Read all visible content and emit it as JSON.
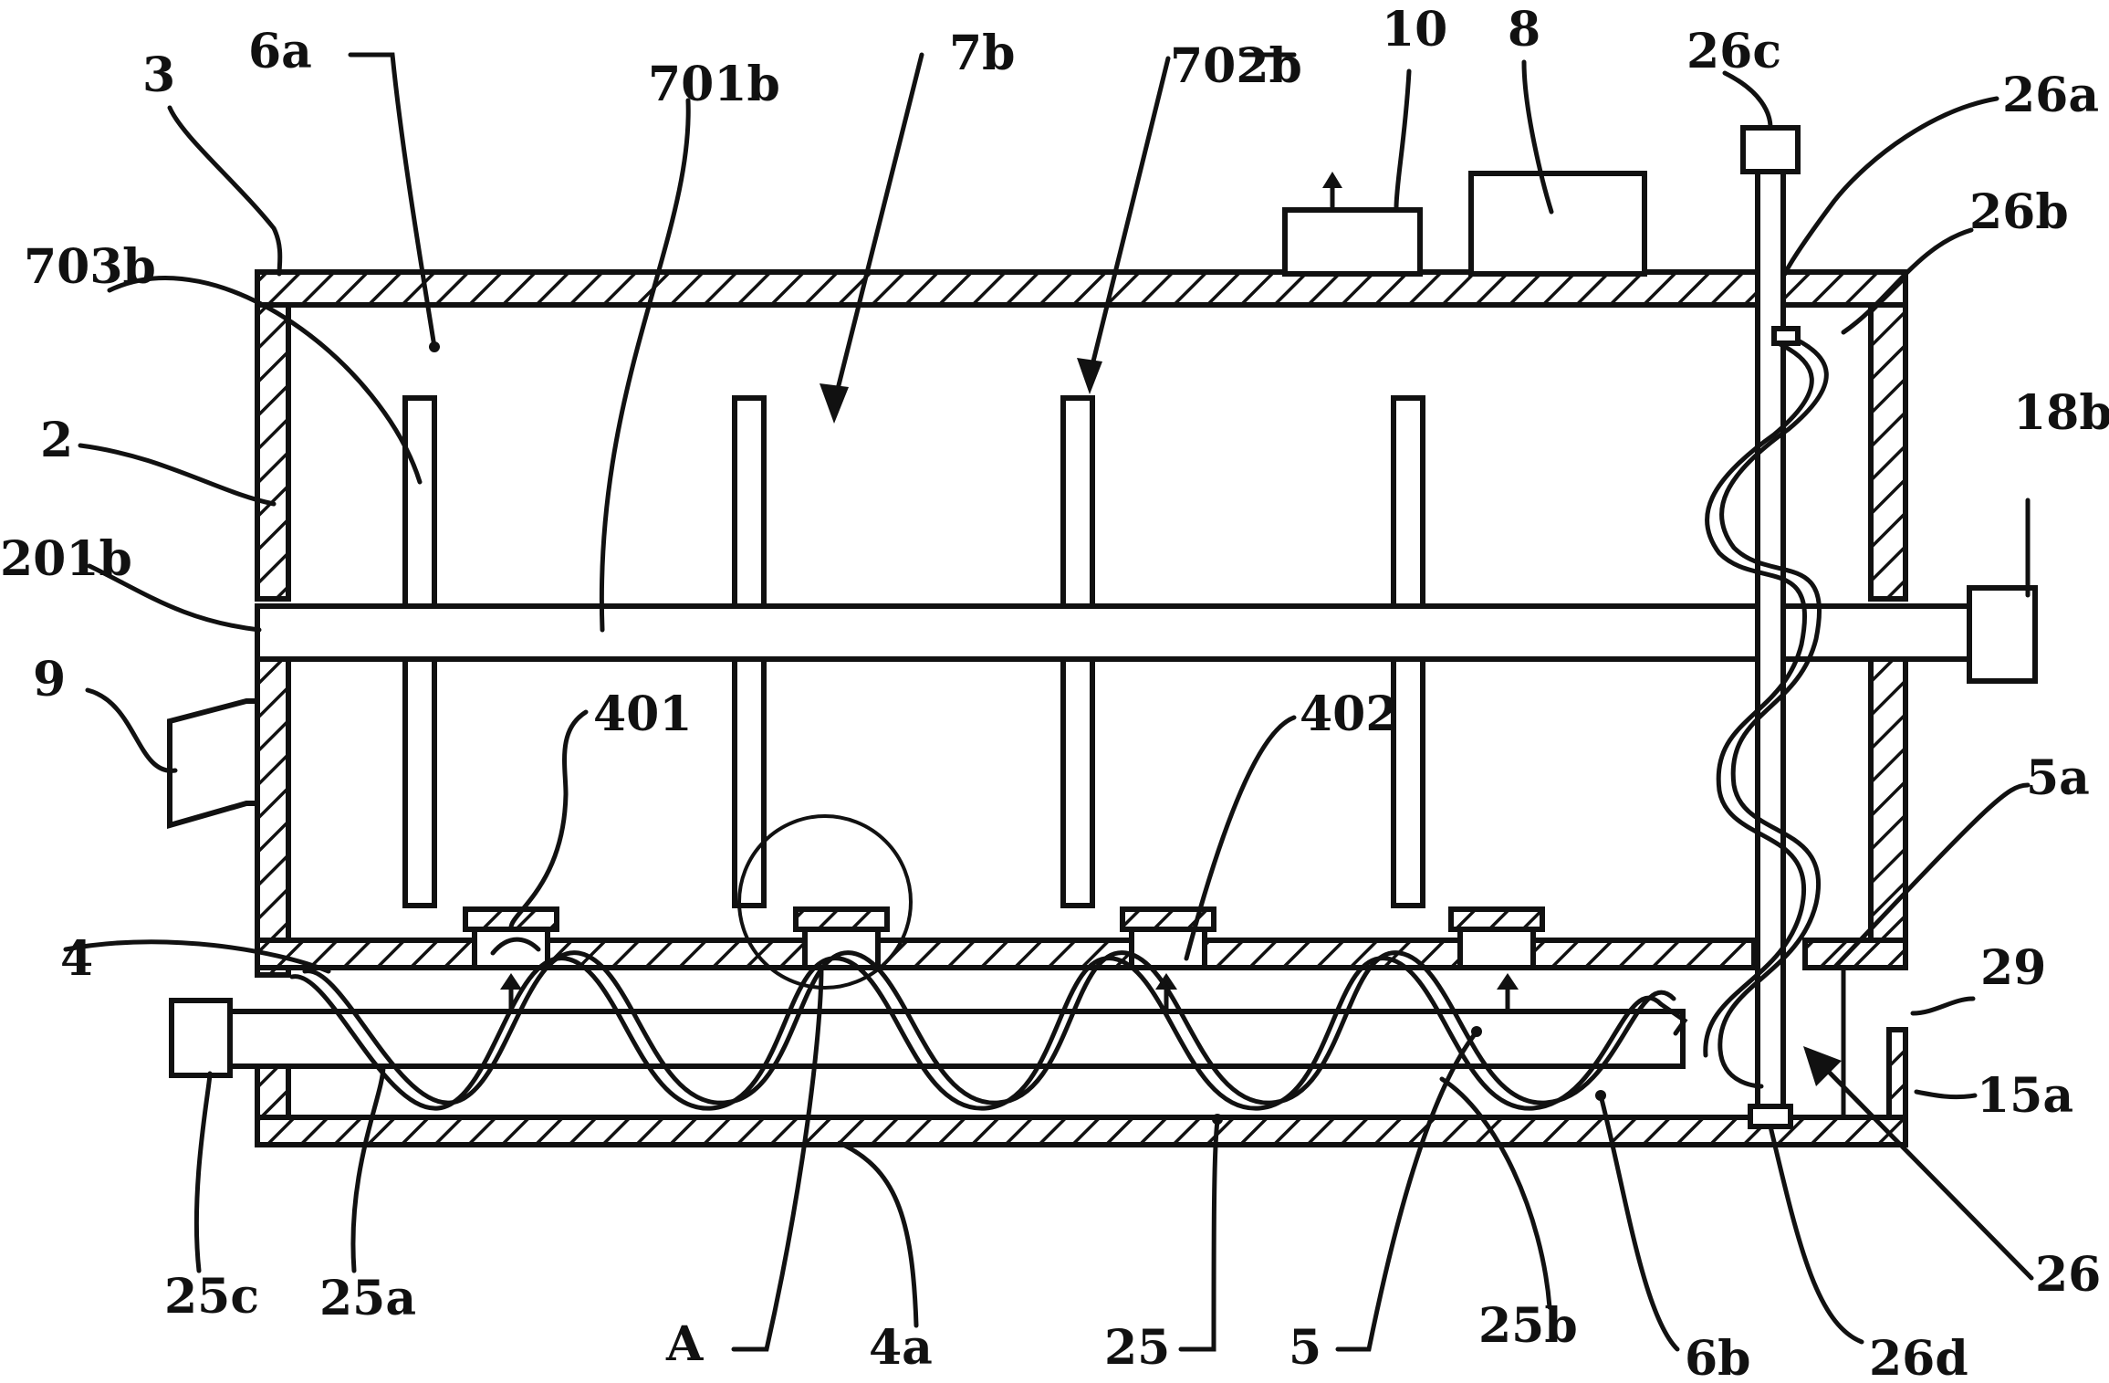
{
  "labels": {
    "l_3": "3",
    "l_6a": "6a",
    "l_701b": "701b",
    "l_7b": "7b",
    "l_702b": "702b",
    "l_10": "10",
    "l_8": "8",
    "l_26c": "26c",
    "l_26a": "26a",
    "l_26b": "26b",
    "l_703b": "703b",
    "l_2": "2",
    "l_18b": "18b",
    "l_201b": "201b",
    "l_9": "9",
    "l_401": "401",
    "l_402": "402",
    "l_5a": "5a",
    "l_4": "4",
    "l_29": "29",
    "l_15a": "15a",
    "l_25c": "25c",
    "l_25a": "25a",
    "l_A": "A",
    "l_4a": "4a",
    "l_25": "25",
    "l_5": "5",
    "l_25b": "25b",
    "l_6b": "6b",
    "l_26": "26",
    "l_26d": "26d"
  }
}
